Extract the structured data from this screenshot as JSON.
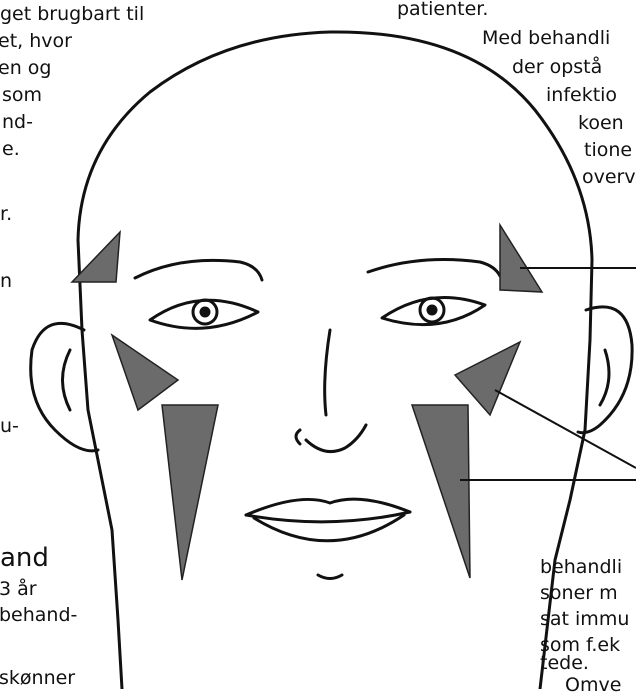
{
  "left_column": {
    "lines": [
      "get brugbart til",
      "et, hvor",
      "en og",
      "som",
      "nd-",
      "e.",
      "r.",
      "n",
      "u-"
    ],
    "heading": "and",
    "lines_after_heading": [
      "3 år",
      "behand-",
      "skønner"
    ]
  },
  "right_column": {
    "top_lines": [
      "patienter.",
      "Med behandli",
      "der opstå",
      "infektio",
      "koen",
      "tione",
      "overv"
    ],
    "bottom_lines": [
      "behandli",
      "soner m",
      "sat immu",
      "som f.ek",
      "tede.",
      "Omve"
    ]
  },
  "figure": {
    "illustration": "face-line-drawing",
    "injection_zone_color": "#6b6b6b",
    "line_color": "#111111"
  }
}
